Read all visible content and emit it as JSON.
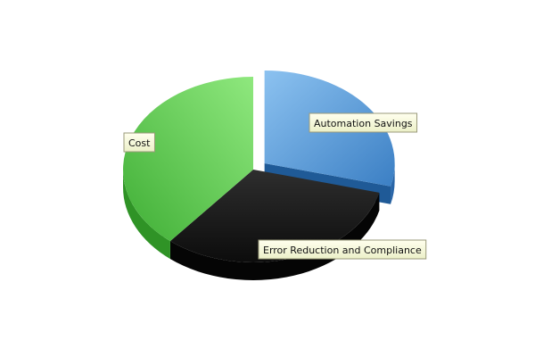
{
  "chart_data": {
    "type": "pie",
    "title": "",
    "slices": [
      {
        "label": "Automation Savings",
        "value": 29,
        "color": "#5b9bd5",
        "exploded": true
      },
      {
        "label": "Error Reduction and Compliance",
        "value": 32,
        "color": "#1e1e1e",
        "exploded": false
      },
      {
        "label": "Cost",
        "value": 39,
        "color": "#5cc24a",
        "exploded": false
      }
    ],
    "legend": "none",
    "style": "3d"
  }
}
